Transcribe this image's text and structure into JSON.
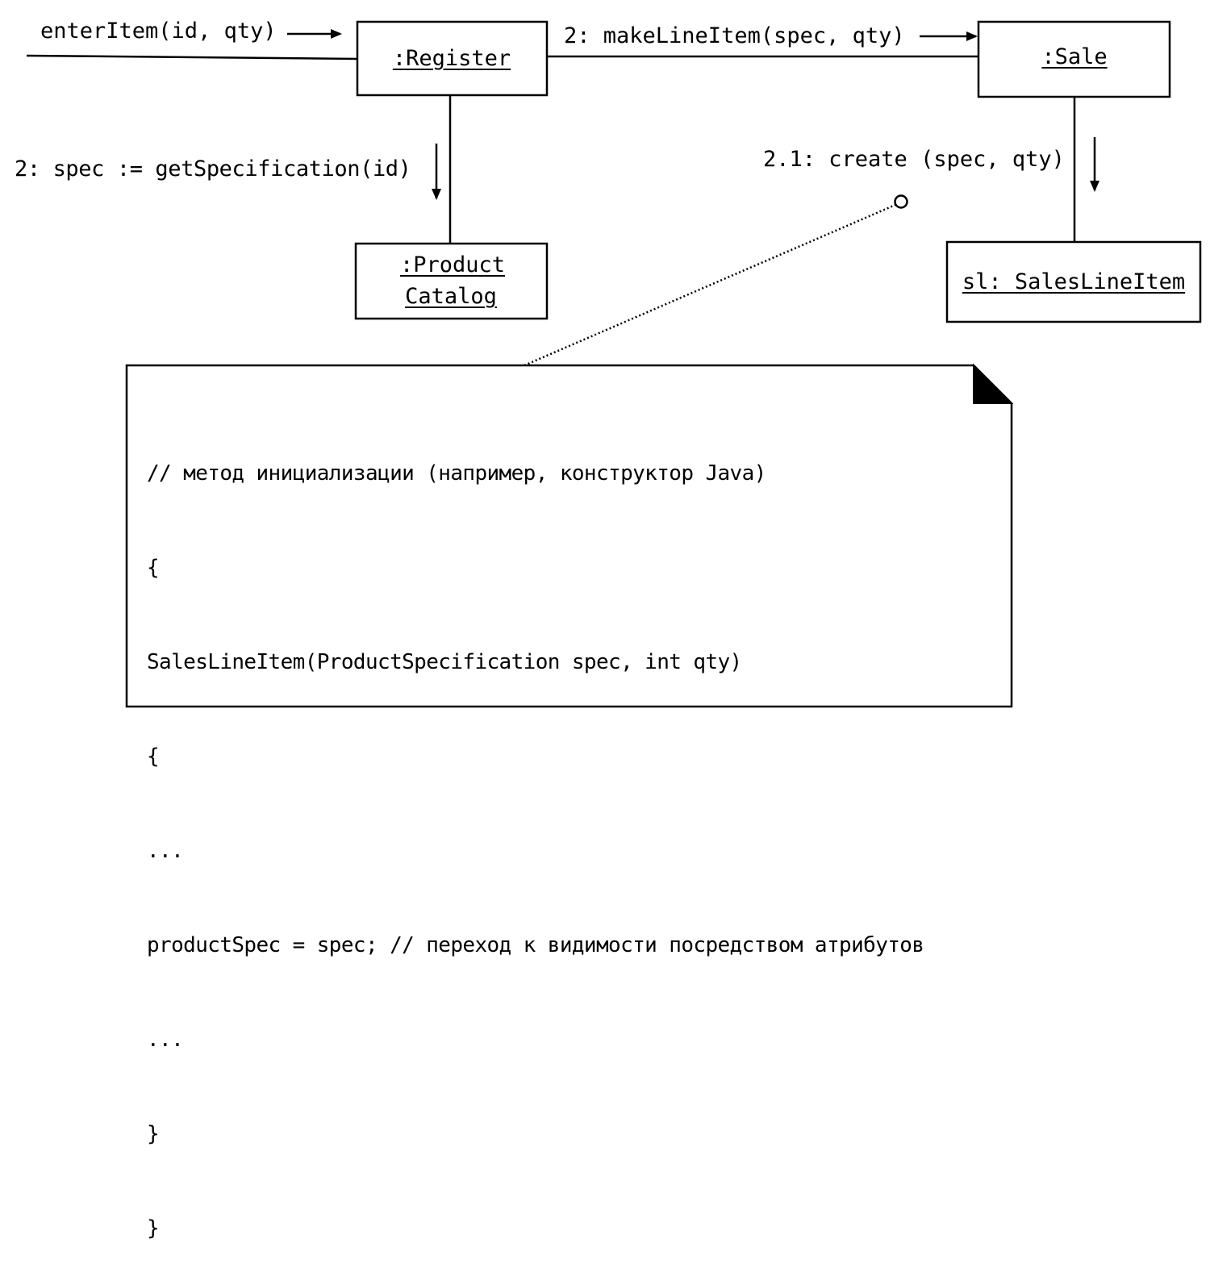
{
  "messages": {
    "enter_item": "enterItem(id, qty)",
    "make_line_item": "2: makeLineItem(spec, qty)",
    "get_specification": "2: spec := getSpecification(id)",
    "create": "2.1: create (spec, qty)"
  },
  "objects": {
    "register": ":Register",
    "sale": ":Sale",
    "product_catalog_line1": ":Product",
    "product_catalog_line2": "Catalog",
    "sales_line_item": "sl: SalesLineItem"
  },
  "note": {
    "lines": [
      "// метод инициализации (например, конструктор Java)",
      "{",
      "SalesLineItem(ProductSpecification spec, int qty)",
      "{",
      "...",
      "productSpec = spec; // переход к видимости посредством атрибутов",
      "...",
      "}",
      "}"
    ]
  }
}
